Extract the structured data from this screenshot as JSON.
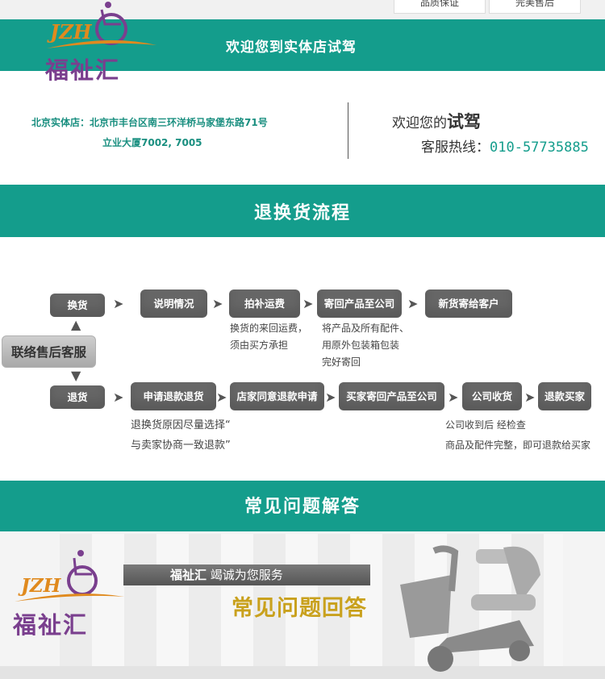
{
  "top_tabs": [
    "品质保证",
    "完美售后"
  ],
  "header": {
    "welcome_title": "欢迎您到实体店试驾",
    "logo_letters": "JZH",
    "logo_name": "福祉汇"
  },
  "store_info": {
    "address_line1": "北京实体店：北京市丰台区南三环洋桥马家堡东路71号",
    "address_line2": "立业大厦7002, 7005",
    "welcome_prefix": "欢迎您的",
    "welcome_bold": "试驾",
    "hotline_label": "客服热线：",
    "hotline_number": "010-57735885"
  },
  "return_section": {
    "title": "退换货流程",
    "hub": "联络售后客服",
    "exchange": {
      "start": "换货",
      "steps": [
        "说明情况",
        "拍补运费",
        "寄回产品至公司",
        "新货寄给客户"
      ],
      "note_freight": [
        "换货的来回运费，",
        "须由买方承担"
      ],
      "note_pack": [
        "将产品及所有配件、",
        "用原外包装箱包装",
        "完好寄回"
      ]
    },
    "refund": {
      "start": "退货",
      "steps": [
        "申请退款退货",
        "店家同意退款申请",
        "买家寄回产品至公司",
        "公司收货",
        "退款买家"
      ],
      "note_reason": [
        "退换货原因尽量选择“",
        "与卖家协商一致退款”"
      ],
      "note_refund": [
        "公司收到后  经检查",
        "商品及配件完整，即可退款给买家"
      ]
    }
  },
  "faq_section": {
    "title": "常见问题解答",
    "banner_brand": "福祉汇",
    "banner_slogan": "竭诚为您服务",
    "banner_big": "常见问题回答"
  },
  "colors": {
    "teal": "#149d8c",
    "pill": "#666666",
    "logo_purple": "#7a3f8e",
    "logo_orange": "#e08a1e",
    "gold": "#c9a11d"
  },
  "icons": [
    "arrow-right-icon",
    "arrow-up-icon",
    "arrow-down-icon",
    "wheelchair-logo-icon",
    "mobility-scooter-image"
  ]
}
